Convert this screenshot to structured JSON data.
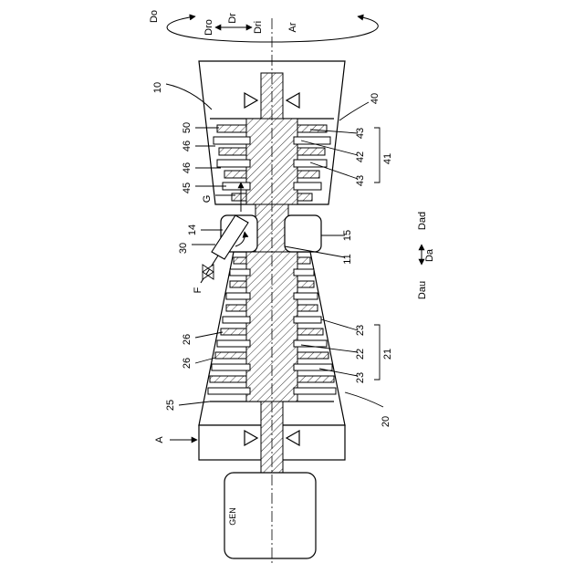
{
  "labels": {
    "ref_10": "10",
    "ref_40": "40",
    "ref_50": "50",
    "ref_46a": "46",
    "ref_46b": "46",
    "ref_45": "45",
    "ref_G": "G",
    "ref_43a": "43",
    "ref_42": "42",
    "ref_43b": "43",
    "ref_41": "41",
    "ref_14": "14",
    "ref_15": "15",
    "ref_30": "30",
    "ref_11": "11",
    "ref_F": "F",
    "ref_26a": "26",
    "ref_26b": "26",
    "ref_23a": "23",
    "ref_22": "22",
    "ref_23b": "23",
    "ref_21": "21",
    "ref_25": "25",
    "ref_20": "20",
    "ref_A": "A",
    "gen": "GEN",
    "dir_Do": "Do",
    "dir_Dro": "Dro",
    "dir_Dr": "Dr",
    "dir_Dri": "Dri",
    "dir_Ar": "Ar",
    "dir_Dad": "Dad",
    "dir_Da": "Da",
    "dir_Dau": "Dau"
  }
}
